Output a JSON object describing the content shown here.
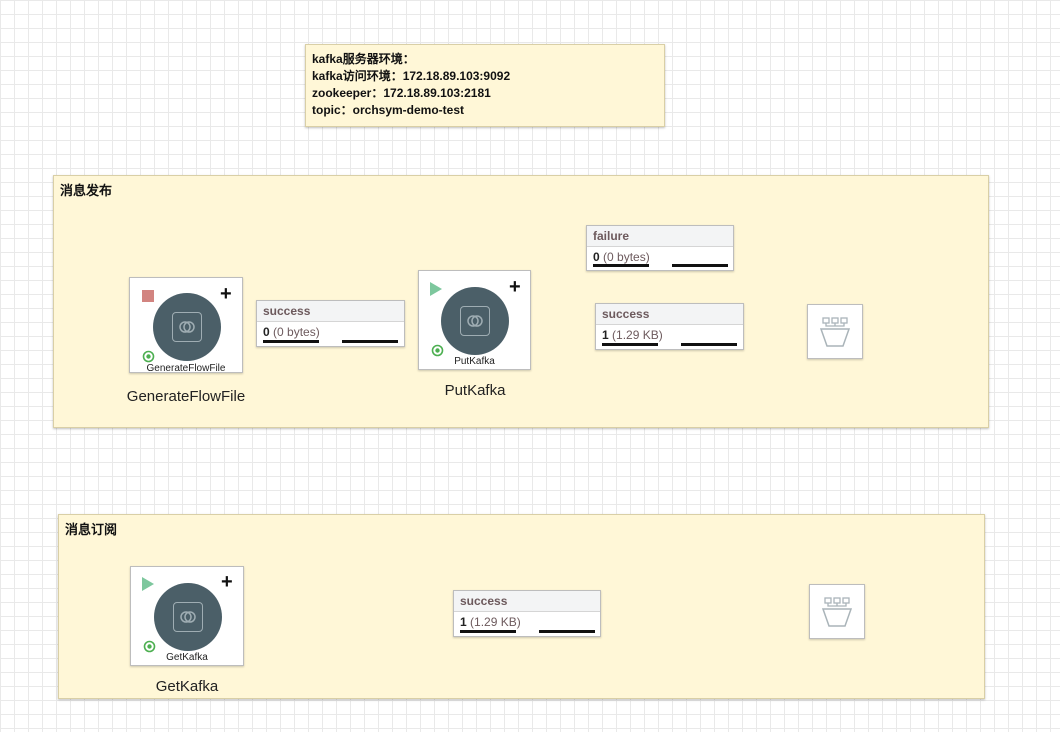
{
  "note": {
    "lines": [
      "kafka服务器环境：",
      "kafka访问环境：172.18.89.103:9092",
      "zookeeper：172.18.89.103:2181",
      "topic：orchsym-demo-test"
    ]
  },
  "groups": [
    {
      "title": "消息发布"
    },
    {
      "title": "消息订阅"
    }
  ],
  "processors": {
    "generate": {
      "label": "GenerateFlowFile",
      "name": "GenerateFlowFile",
      "state": "stopped"
    },
    "putkafka": {
      "label": "PutKafka",
      "name": "PutKafka",
      "state": "running"
    },
    "getkafka": {
      "label": "GetKafka",
      "name": "GetKafka",
      "state": "running"
    }
  },
  "connections": {
    "gen_success": {
      "relationship": "success",
      "count": "0",
      "size": "(0 bytes)"
    },
    "put_failure": {
      "relationship": "failure",
      "count": "0",
      "size": "(0 bytes)"
    },
    "put_success": {
      "relationship": "success",
      "count": "1",
      "size": "(1.29 KB)"
    },
    "get_success": {
      "relationship": "success",
      "count": "1",
      "size": "(1.29 KB)"
    }
  },
  "icons": {
    "add": "+",
    "stop": "stop-icon",
    "run": "play-icon",
    "funnel": "funnel-icon",
    "processor": "processor-icon"
  },
  "colors": {
    "canvas_note": "#fff7d7",
    "processor": "#4b5f68",
    "stopped": "#d28480",
    "running": "#7dc79d",
    "valid": "#4caf50"
  }
}
